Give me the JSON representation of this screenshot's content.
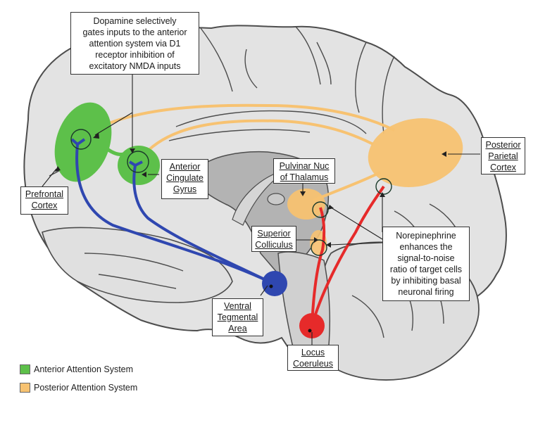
{
  "title": "Anterior and Posterior Attention Systems - Dopamine and Norepinephrine Modulation",
  "colors": {
    "anterior": "#5dc04a",
    "posterior": "#f7c271",
    "dopamine_pathway": "#2f47b0",
    "norepinephrine_pathway": "#e62a2a",
    "brain_fill": "#e3e3e3",
    "brain_dark": "#b3b3b3",
    "outline": "#4d4d4d"
  },
  "annotations": {
    "dopamine_note": [
      "Dopamine selectively",
      "gates inputs to the anterior",
      "attention system via D1",
      "receptor inhibition of",
      "excitatory NMDA inputs"
    ],
    "norepinephrine_note": [
      "Norepinephrine",
      "enhances the",
      "signal-to-noise",
      "ratio of target cells",
      "by inhibiting basal",
      "neuronal firing"
    ]
  },
  "regions": {
    "prefrontal_cortex": [
      "Prefrontal",
      "Cortex"
    ],
    "anterior_cingulate": [
      "Anterior",
      "Cingulate",
      "Gyrus"
    ],
    "pulvinar": [
      "Pulvinar Nuc",
      "of Thalamus"
    ],
    "posterior_parietal": [
      "Posterior",
      "Parietal",
      "Cortex"
    ],
    "superior_colliculus": [
      "Superior",
      "Colliculus"
    ],
    "ventral_tegmental": [
      "Ventral",
      "Tegmental",
      "Area"
    ],
    "locus_coeruleus": [
      "Locus",
      "Coeruleus"
    ]
  },
  "legend": [
    {
      "label": "Anterior Attention System",
      "color": "#5dc04a"
    },
    {
      "label": "Posterior Attention System",
      "color": "#f7c271"
    }
  ]
}
